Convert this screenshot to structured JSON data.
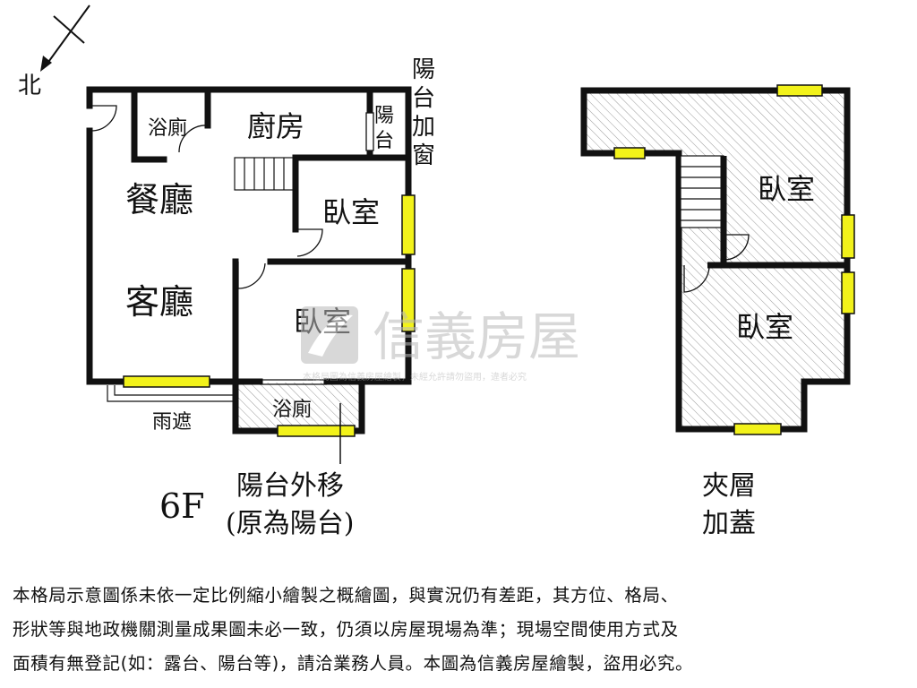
{
  "compass": {
    "north": "北"
  },
  "floor6": {
    "floor_label": "6F",
    "rooms": {
      "bath_top": "浴廁",
      "kitchen": "廚房",
      "dining": "餐廳",
      "living": "客廳",
      "bedroom_a": "臥室",
      "bedroom_b": "臥室",
      "bath_bottom": "浴廁"
    },
    "small_balcony": [
      "陽",
      "台"
    ],
    "balcony_window": [
      "陽",
      "台",
      "加",
      "窗"
    ],
    "canopy": "雨遮",
    "balcony_moved": [
      "陽台外移",
      "(原為陽台)"
    ]
  },
  "mezzanine": {
    "rooms": {
      "bedroom_top": "臥室",
      "bedroom_bottom": "臥室"
    },
    "label": [
      "夾層",
      "加蓋"
    ]
  },
  "watermark": {
    "brand": "信義房屋",
    "notice": "本格局圖為信義房屋繪製，未經允許請勿盜用，違者必究"
  },
  "colors": {
    "wall": "#111111",
    "window": "#f2f21a",
    "hatch": "#9a9a9a",
    "watermark": "#b9b9b9"
  },
  "disclaimer": [
    "本格局示意圖係未依一定比例縮小繪製之概繪圖，與實況仍有差距，其方位、格局、",
    "形狀等與地政機關測量成果圖未必一致，仍須以房屋現場為準；現場空間使用方式及",
    "面積有無登記(如：露台、陽台等)，請洽業務人員。本圖為信義房屋繪製，盜用必究。"
  ]
}
